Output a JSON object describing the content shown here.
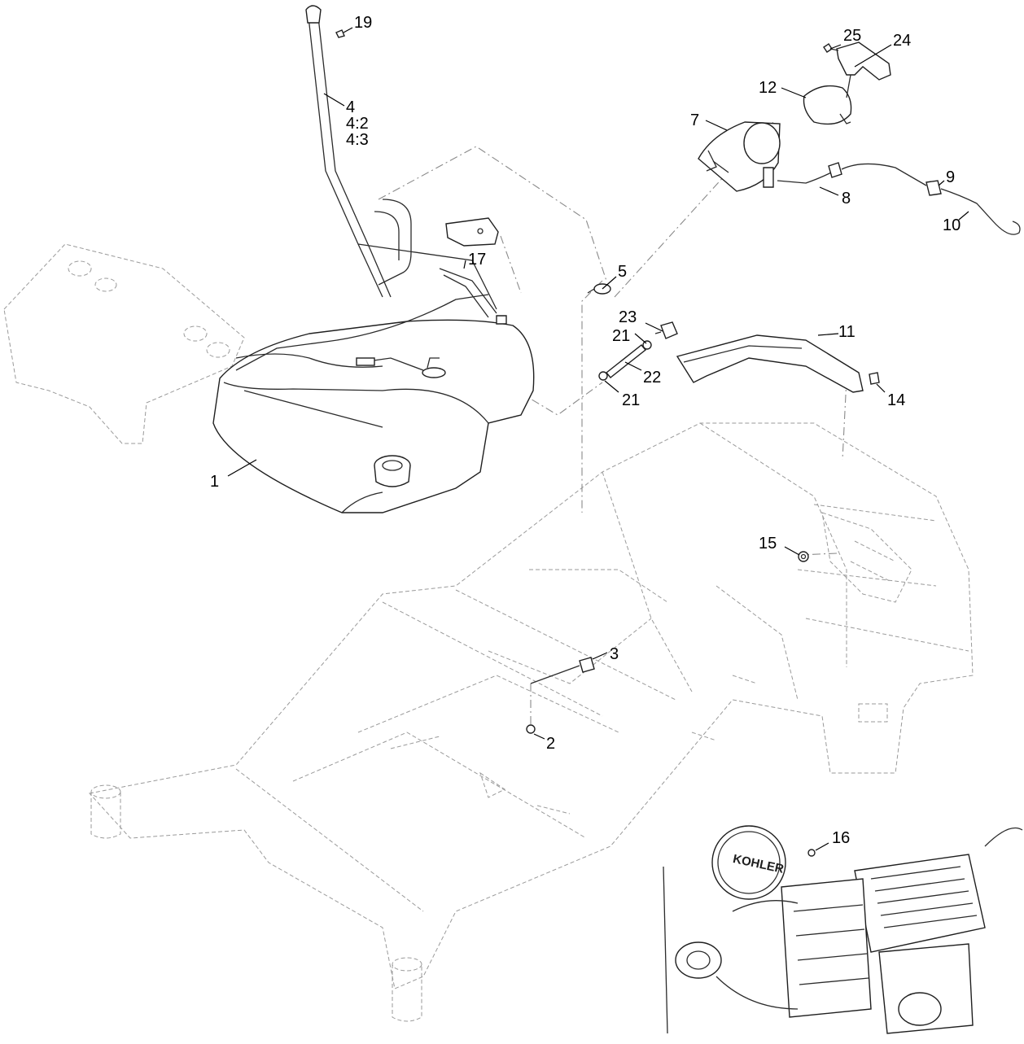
{
  "callouts": {
    "c1": "1",
    "c2": "2",
    "c3": "3",
    "c4": "4",
    "c4_2": "4:2",
    "c4_3": "4:3",
    "c5": "5",
    "c7": "7",
    "c8": "8",
    "c9": "9",
    "c10": "10",
    "c11": "11",
    "c12": "12",
    "c14": "14",
    "c15": "15",
    "c16": "16",
    "c17": "17",
    "c19": "19",
    "c21a": "21",
    "c21b": "21",
    "c22": "22",
    "c23": "23",
    "c24": "24",
    "c25": "25"
  },
  "inset": {
    "engine_logo": "KOHLER"
  },
  "colors": {
    "line": "#1f1f1f",
    "ghost_line": "#8a8a8a",
    "background": "#ffffff"
  }
}
